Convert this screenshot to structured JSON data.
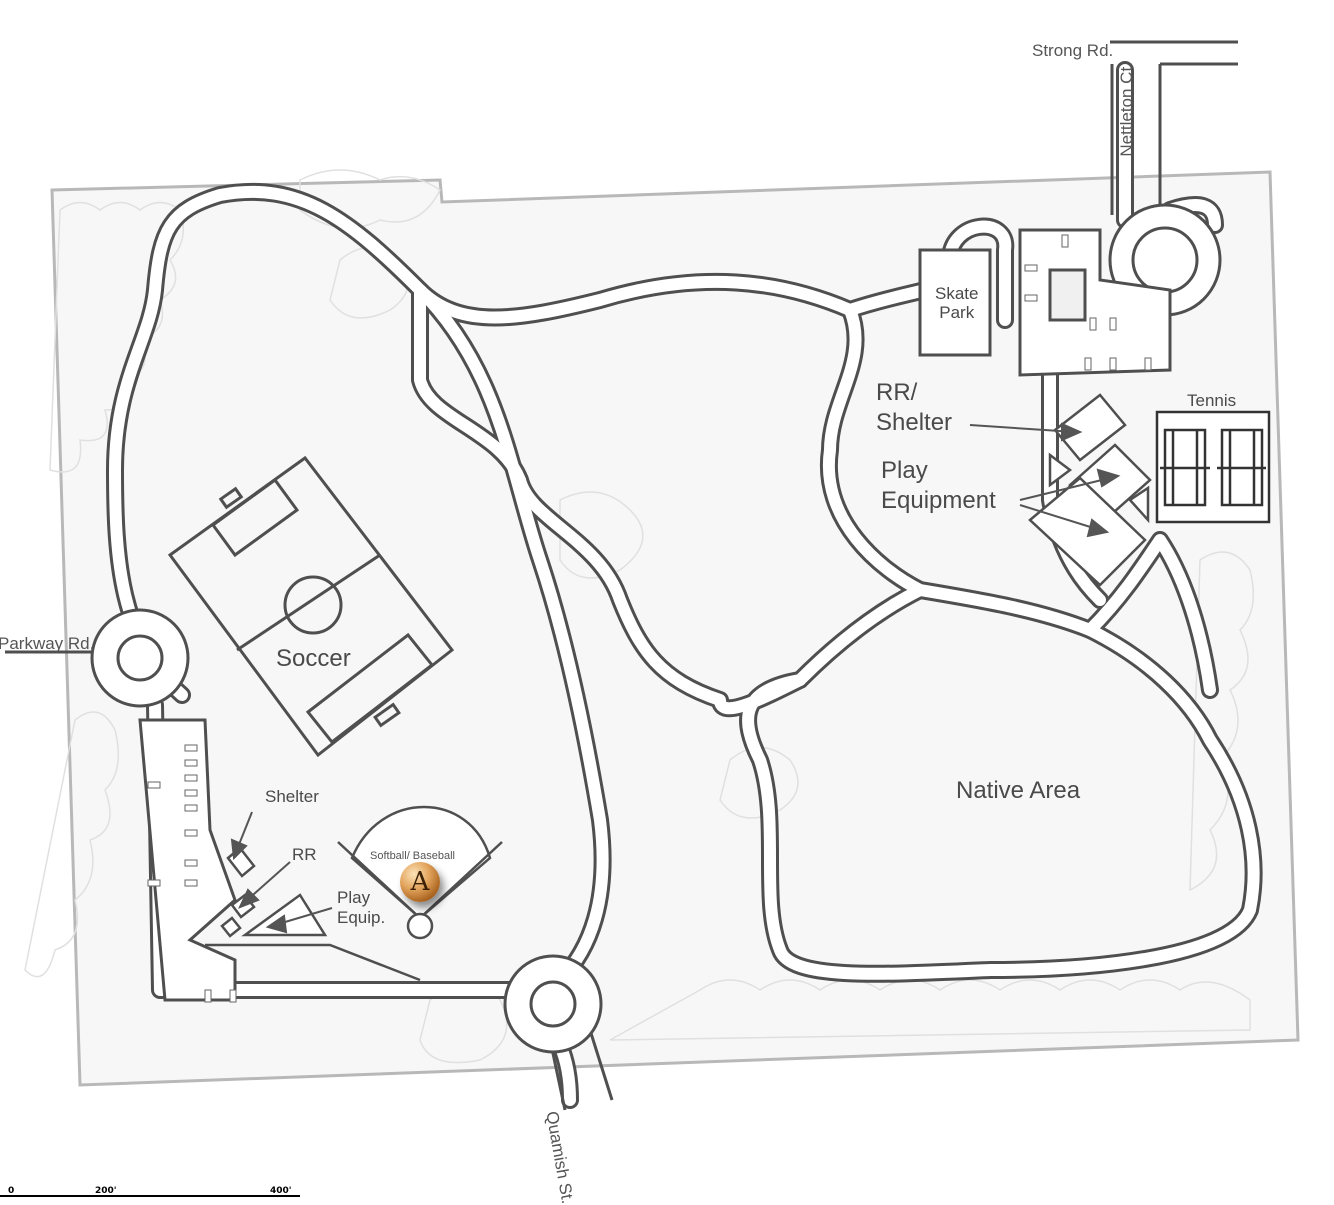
{
  "roads": {
    "strong": "Strong Rd.",
    "nettleton": "Nettleton Ct.",
    "parkway": "Parkway Rd.",
    "quamish": "Quamish St."
  },
  "features": {
    "skate_park": [
      "Skate",
      "Park"
    ],
    "rr_shelter": [
      "RR/",
      "Shelter"
    ],
    "play_equipment": [
      "Play",
      "Equipment"
    ],
    "tennis": "Tennis",
    "soccer": "Soccer",
    "native_area": "Native Area",
    "shelter": "Shelter",
    "rr": "RR",
    "play_equip": [
      "Play",
      "Equip."
    ],
    "softball": "Softball/ Baseball"
  },
  "marker": {
    "letter": "A"
  },
  "scale": {
    "labels": [
      "0",
      "200'",
      "400'"
    ]
  },
  "colors": {
    "path": "#4f4f4f",
    "boundary": "#b8b8b8",
    "marker": "#c98a45"
  }
}
